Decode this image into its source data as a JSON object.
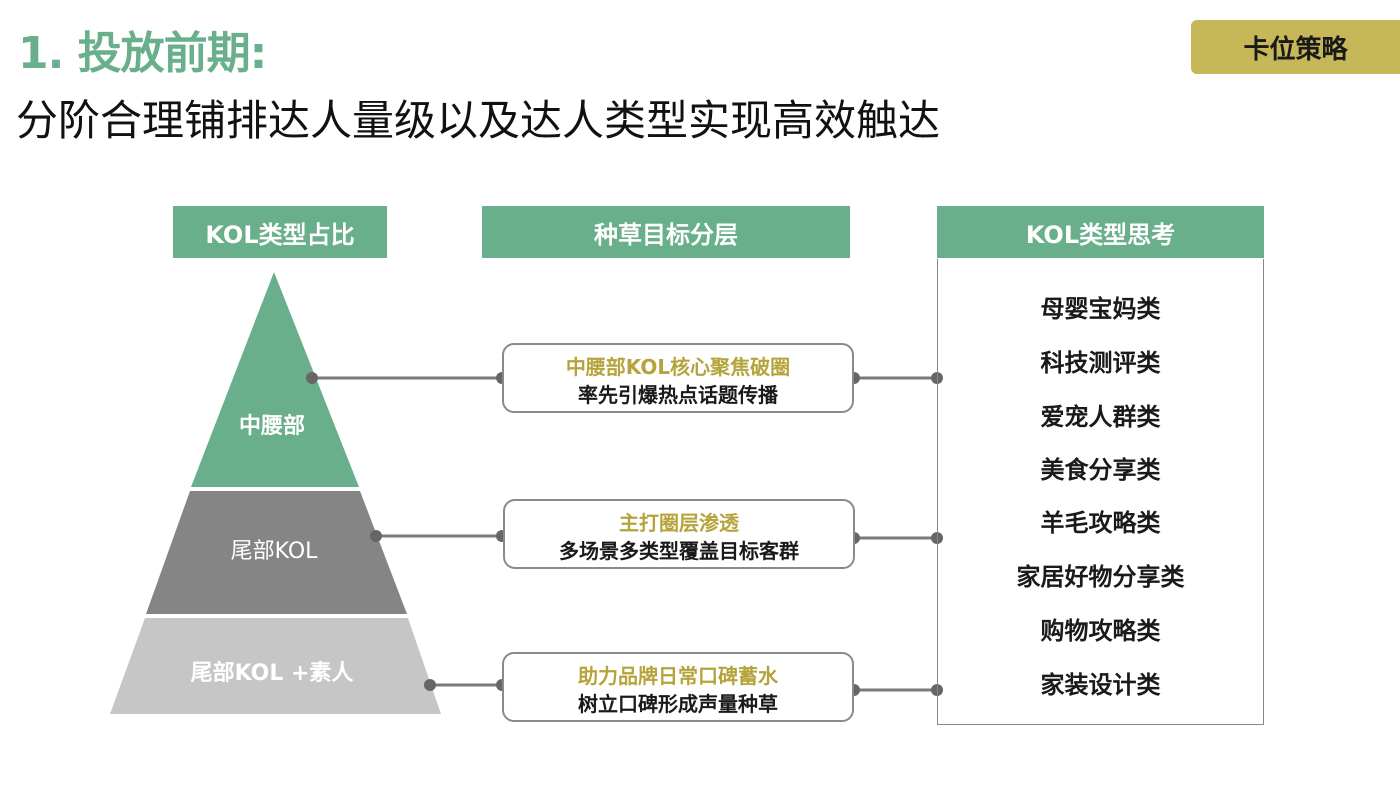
{
  "header": {
    "title_line1": "1. 投放前期:",
    "title_line2": "分阶合理铺排达人量级以及达人类型实现高效触达",
    "badge": "卡位策略"
  },
  "columns": {
    "pyramid_header": "KOL类型占比",
    "goals_header": "种草目标分层",
    "types_header": "KOL类型思考"
  },
  "pyramid": {
    "tiers": [
      {
        "label": "中腰部",
        "color": "#6aaf8c"
      },
      {
        "label": "尾部KOL",
        "color": "#858585"
      },
      {
        "label": "尾部KOL +素人",
        "color": "#c6c6c6"
      }
    ]
  },
  "goals": [
    {
      "title": "中腰部KOL核心聚焦破圈",
      "subtitle": "率先引爆热点话题传播"
    },
    {
      "title": "主打圈层渗透",
      "subtitle": "多场景多类型覆盖目标客群"
    },
    {
      "title": "助力品牌日常口碑蓄水",
      "subtitle": "树立口碑形成声量种草"
    }
  ],
  "kol_types": [
    "母婴宝妈类",
    "科技测评类",
    "爱宠人群类",
    "美食分享类",
    "羊毛攻略类",
    "家居好物分享类",
    "购物攻略类",
    "家装设计类"
  ],
  "colors": {
    "accent_green": "#6aaf8c",
    "accent_gold": "#c6b858",
    "goal_title_gold": "#b5a43c"
  }
}
